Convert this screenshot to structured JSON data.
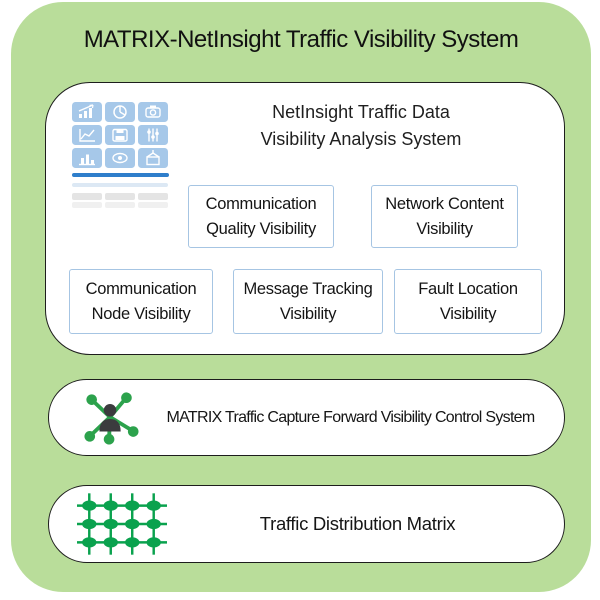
{
  "page": {
    "title": "MATRIX-NetInsight Traffic Visibility System",
    "colors": {
      "background_green": "#b9dd9a",
      "panel_white": "#ffffff",
      "border_dark": "#1d1d1d",
      "box_border_blue": "#a6c5e3",
      "icon_blue": "#a6c8e9",
      "underline_blue": "#2e7ecb",
      "network_green": "#2ca24c",
      "matrix_green": "#0aa24e",
      "person_dark": "#3b3b3e",
      "text_black": "#1b1b1b"
    }
  },
  "analysis_panel": {
    "heading_line1": "NetInsight Traffic Data",
    "heading_line2": "Visibility Analysis System",
    "thumbnail_icons": [
      "bar-trend-icon",
      "pie-chart-icon",
      "camera-icon",
      "line-chart-icon",
      "save-icon",
      "sliders-icon",
      "column-chart-icon",
      "eye-icon",
      "building-icon"
    ],
    "row1_boxes": [
      {
        "line1": "Communication",
        "line2": "Quality Visibility"
      },
      {
        "line1": "Network Content",
        "line2": "Visibility"
      }
    ],
    "row2_boxes": [
      {
        "line1": "Communication",
        "line2": "Node Visibility"
      },
      {
        "line1": "Message Tracking",
        "line2": "Visibility"
      },
      {
        "line1": "Fault Location",
        "line2": "Visibility"
      }
    ]
  },
  "control_panel": {
    "icon": "person-network-icon",
    "label": "MATRIX Traffic Capture Forward Visibility Control System"
  },
  "matrix_panel": {
    "icon": "distribution-matrix-icon",
    "label": "Traffic Distribution Matrix"
  }
}
